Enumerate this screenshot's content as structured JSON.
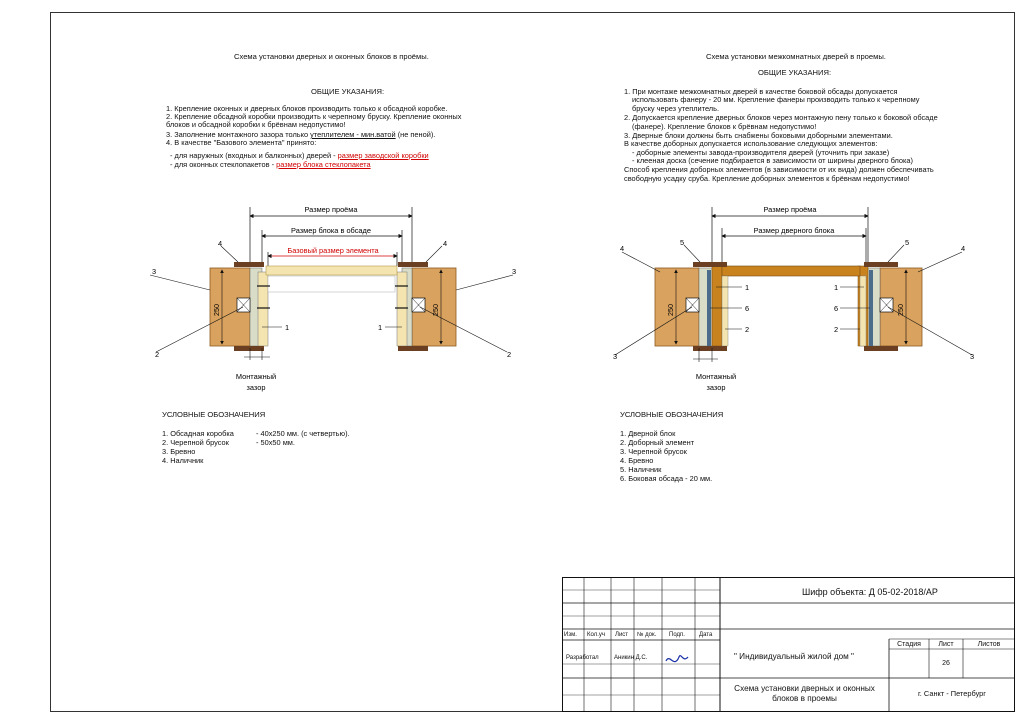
{
  "left": {
    "title": "Схема установки дверных и оконных блоков в проёмы.",
    "heading": "ОБЩИЕ УКАЗАНИЯ:",
    "notes": [
      "1. Крепление оконных и дверных блоков производить только к обсадной коробке.",
      "2. Крепление обсадной коробки производить к черепному бруску. Крепление оконных",
      "блоков и обсадной коробки к брёвнам недопустимо!",
      "3. Заполнение монтажного зазора только",
      "утеплителем - мин.ватой",
      "(не пеной).",
      "4. В качестве \"Базового элемента\" принято:",
      "- для наружных (входных и балконных) дверей -",
      "размер заводской коробки",
      "- для оконных стеклопакетов -",
      "размер блока стеклопакета"
    ],
    "diagram": {
      "dim_opening": "Размер проёма",
      "dim_block": "Размер блока в обсаде",
      "dim_base": "Базовый размер элемента",
      "size_250": "250",
      "callouts": [
        "1",
        "2",
        "3",
        "4"
      ],
      "gap_label_1": "Монтажный",
      "gap_label_2": "зазор"
    },
    "legend_title": "УСЛОВНЫЕ ОБОЗНАЧЕНИЯ",
    "legend": [
      {
        "name": "1. Обсадная коробка",
        "value": "- 40x250 мм. (с четвертью)."
      },
      {
        "name": "2. Черепной брусок",
        "value": "- 50x50 мм."
      },
      {
        "name": "3. Бревно",
        "value": ""
      },
      {
        "name": "4. Наличник",
        "value": ""
      }
    ]
  },
  "right": {
    "title": "Схема установки межкомнатных дверей в проемы.",
    "heading": "ОБЩИЕ УКАЗАНИЯ:",
    "notes": [
      "1. При монтаже межкомнатных дверей в качестве боковой обсады допускается",
      "использовать фанеру - 20 мм. Крепление фанеры производить только к черепному",
      "бруску через утеплитель.",
      "2. Допускается крепление дверных блоков через монтажную пену только к боковой обсаде",
      "(фанере). Крепление блоков к брёвнам недопустимо!",
      "3. Дверные блоки должны быть снабжены боковыми доборными элементами.",
      "В качестве доборных  допускается использование следующих элементов:",
      "- доборные элементы завода-производителя дверей (уточнить при заказе)",
      "- клееная доска (сечение подбирается в зависимости от ширины дверного блока)",
      "Способ крепления доборных элементов (в зависимости от их вида) должен обеспечивать",
      "свободную усадку сруба. Крепление доборных элементов к брёвнам недопустимо!"
    ],
    "diagram": {
      "dim_opening": "Размер проёма",
      "dim_block": "Размер дверного блока",
      "size_250": "250",
      "callouts": [
        "1",
        "2",
        "3",
        "4",
        "5",
        "6"
      ],
      "gap_label_1": "Монтажный",
      "gap_label_2": "зазор"
    },
    "legend_title": "УСЛОВНЫЕ ОБОЗНАЧЕНИЯ",
    "legend": [
      "1. Дверной блок",
      "2. Доборный элемент",
      "3. Черепной брусок",
      "4. Бревно",
      "5. Наличник",
      "6. Боковая обсада - 20 мм."
    ]
  },
  "stamp": {
    "code": "Шифр объекта: Д 05-02-2018/АР",
    "col_headers": [
      "Изм.",
      "Кол.уч",
      "Лист",
      "№ док.",
      "Подп.",
      "Дата"
    ],
    "role": "Разработал",
    "person": "Аникин Д.С.",
    "project": "\" Индивидуальный жилой дом \"",
    "sheet_title_1": "Схема установки дверных и оконных",
    "sheet_title_2": "блоков в проемы",
    "stage_label": "Стадия",
    "sheet_label": "Лист",
    "sheets_label": "Листов",
    "sheet_no": "26",
    "city": "г. Санкт - Петербург"
  },
  "colors": {
    "log": "#d9a25e",
    "log_edge": "#8a5a20",
    "casing": "#6b3f22",
    "frame_pale": "#f3e4b0",
    "insulation": "#d9dcc6",
    "door_block": "#c8821e",
    "accent_red": "#d10000"
  }
}
